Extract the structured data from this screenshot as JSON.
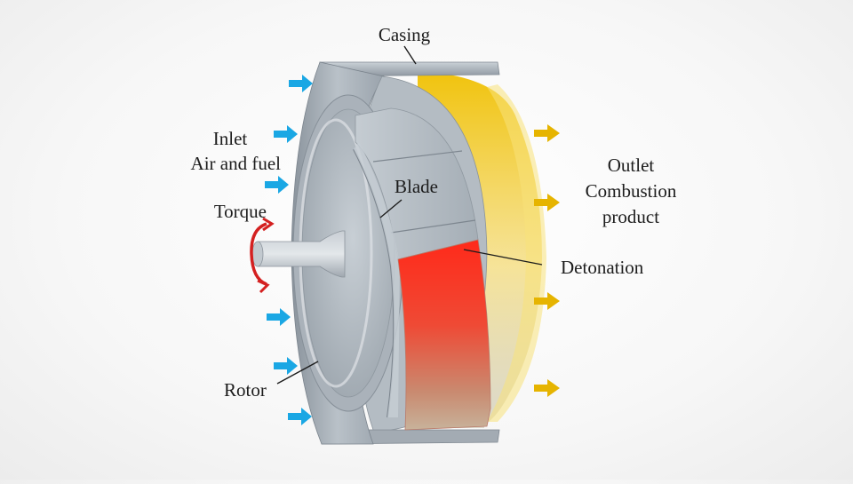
{
  "labels": {
    "casing": "Casing",
    "inlet": "Inlet",
    "inlet_sub": "Air and fuel",
    "torque": "Torque",
    "blade": "Blade",
    "rotor": "Rotor",
    "outlet": "Outlet",
    "outlet_sub1": "Combustion",
    "outlet_sub2": "product",
    "detonation": "Detonation"
  },
  "colors": {
    "inlet_arrow": "#1aa7e4",
    "outlet_arrow": "#e6b400",
    "detonation": "#ff2a1a",
    "combustion": "#f2c21a",
    "metal": "#aab2ba",
    "torque_arrow": "#d42020"
  }
}
